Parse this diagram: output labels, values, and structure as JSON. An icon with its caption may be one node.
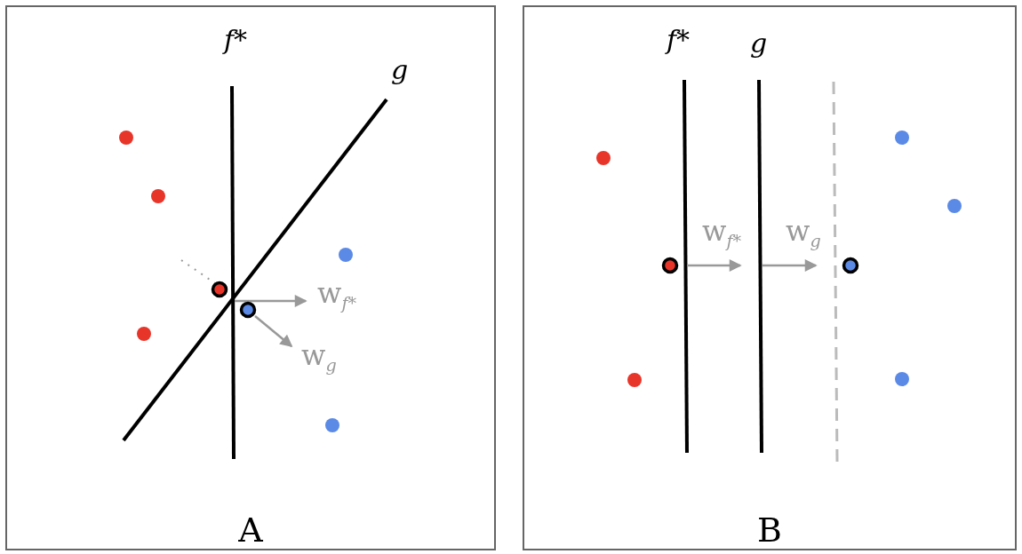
{
  "diagram": {
    "nodes": [
      {
        "text": [
          "A"
        ]
      },
      {
        "text": [
          "B"
        ]
      }
    ],
    "labels": [
      "f*",
      "g",
      "w$_{f*}$",
      "w$_{g}$",
      "f*",
      "g",
      "w$_{f*}$",
      "w$_{g}$"
    ]
  }
}
